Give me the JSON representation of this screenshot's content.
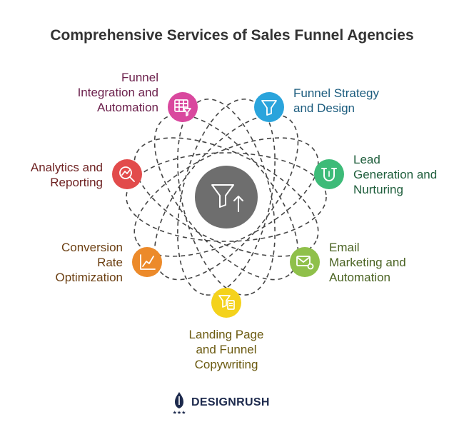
{
  "title": "Comprehensive Services of Sales Funnel Agencies",
  "services": [
    {
      "key": "funnel-strategy",
      "label": "Funnel Strategy\nand Design",
      "color": "#2aa4dc",
      "text_color": "#1b5c7e",
      "icon": "filter-icon"
    },
    {
      "key": "lead-generation",
      "label": "Lead\nGeneration and\nNurturing",
      "color": "#3dbb78",
      "text_color": "#1f5e3c",
      "icon": "magnet-icon"
    },
    {
      "key": "email-marketing",
      "label": "Email\nMarketing and\nAutomation",
      "color": "#8fc04a",
      "text_color": "#4a6322",
      "icon": "mail-gear-icon"
    },
    {
      "key": "landing-page",
      "label": "Landing Page\nand Funnel\nCopywriting",
      "color": "#f4d21c",
      "text_color": "#6b5a10",
      "icon": "filter-document-icon"
    },
    {
      "key": "conversion-rate",
      "label": "Conversion\nRate\nOptimization",
      "color": "#ec8a2a",
      "text_color": "#6b3f12",
      "icon": "line-chart-icon"
    },
    {
      "key": "analytics",
      "label": "Analytics and\nReporting",
      "color": "#e24b4b",
      "text_color": "#6e2222",
      "icon": "analytics-magnifier-icon"
    },
    {
      "key": "funnel-integration",
      "label": "Funnel\nIntegration and\nAutomation",
      "color": "#d9489e",
      "text_color": "#6b1f4b",
      "icon": "table-filter-icon"
    }
  ],
  "center": {
    "icon": "funnel-up-icon",
    "color": "#6e6e6e"
  },
  "brand": {
    "name": "DESIGNRUSH",
    "stars": "★★★",
    "icon": "designrush-logo"
  }
}
